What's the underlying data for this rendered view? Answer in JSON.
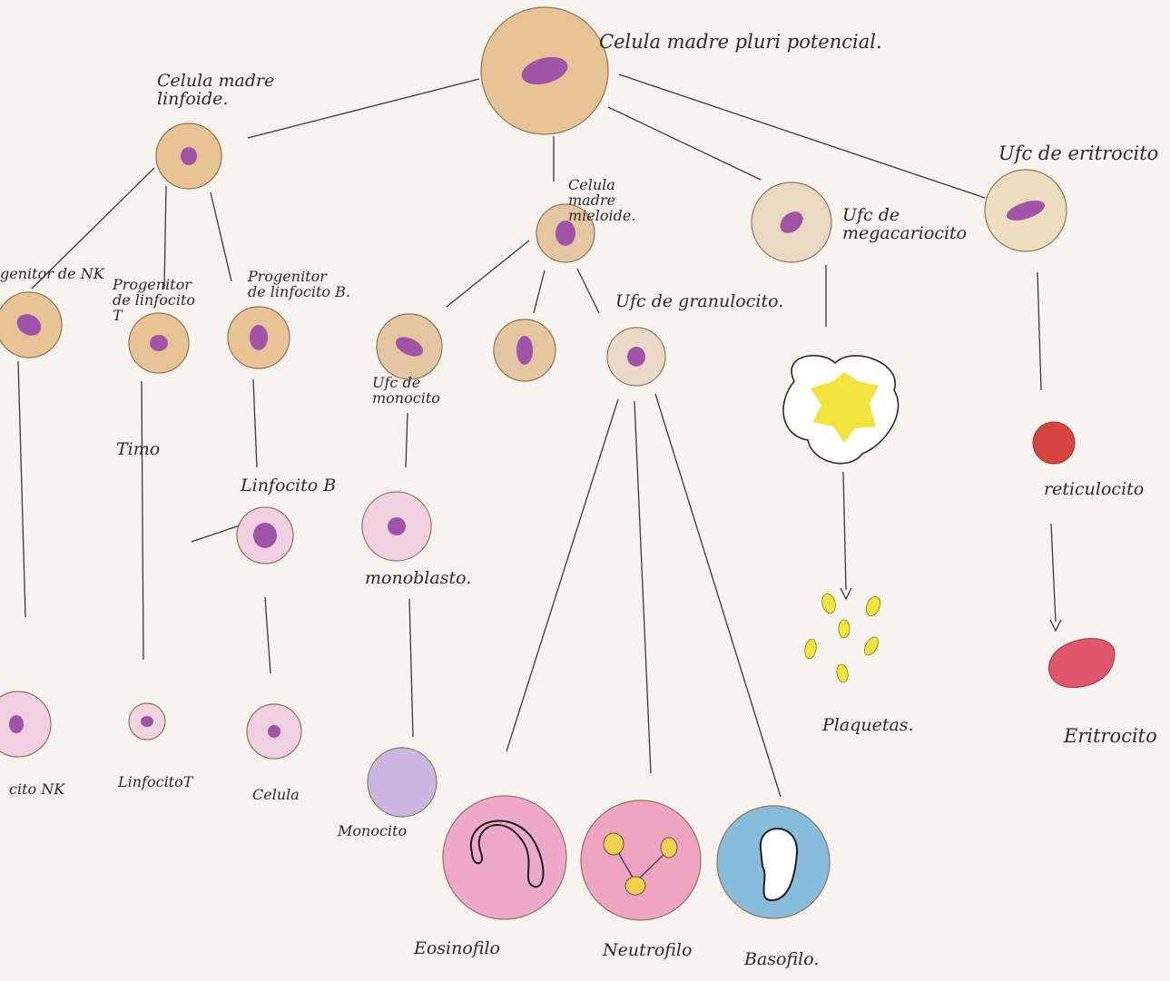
{
  "colors": {
    "paper": "#f7f3ee",
    "ink": "#2a2a2a",
    "stem_cell": "#e7c08f",
    "progenitor": "#e3c49b",
    "lymph_pink": "#f0cde0",
    "nucleus": "#a054a8",
    "platelet": "#f1e43c",
    "reticulocyte": "#d64444",
    "erythrocyte": "#e0566a",
    "basophil": "#7fb8dc",
    "eosinophil": "#eea3c7",
    "neutrophil": "#ef9fbd",
    "monocyte": "#c6b2e2"
  },
  "labels": {
    "stem": "Celula madre pluri potencial.",
    "lymphoid": "Celula madre\nlinfoide.",
    "myeloid": "Celula\nmadre\nmieloide.",
    "nk_progenitor": "genitor de NK",
    "t_progenitor": "Progenitor\nde linfocito\nT",
    "b_progenitor": "Progenitor\nde linfocito B.",
    "timo": "Timo",
    "b_lymphocyte": "Linfocito B",
    "nk_cell": "cito NK",
    "t_lymphocyte": "LinfocitoT",
    "celula": "Celula",
    "ufc_monocyte": "Ufc de\nmonocito",
    "monoblast": "monoblasto.",
    "monocyte": "Monocito",
    "ufc_granulocyte": "Ufc de granulocito.",
    "eosinophil": "Eosinofilo",
    "neutrophil": "Neutrofilo",
    "basophil": "Basofilo.",
    "ufc_megakaryocyte": "Ufc de\nmegacariocito",
    "platelets": "Plaquetas.",
    "ufc_erythrocyte": "Ufc de eritrocito",
    "reticulocyte": "reticulocito",
    "erythrocyte": "Eritrocito"
  }
}
